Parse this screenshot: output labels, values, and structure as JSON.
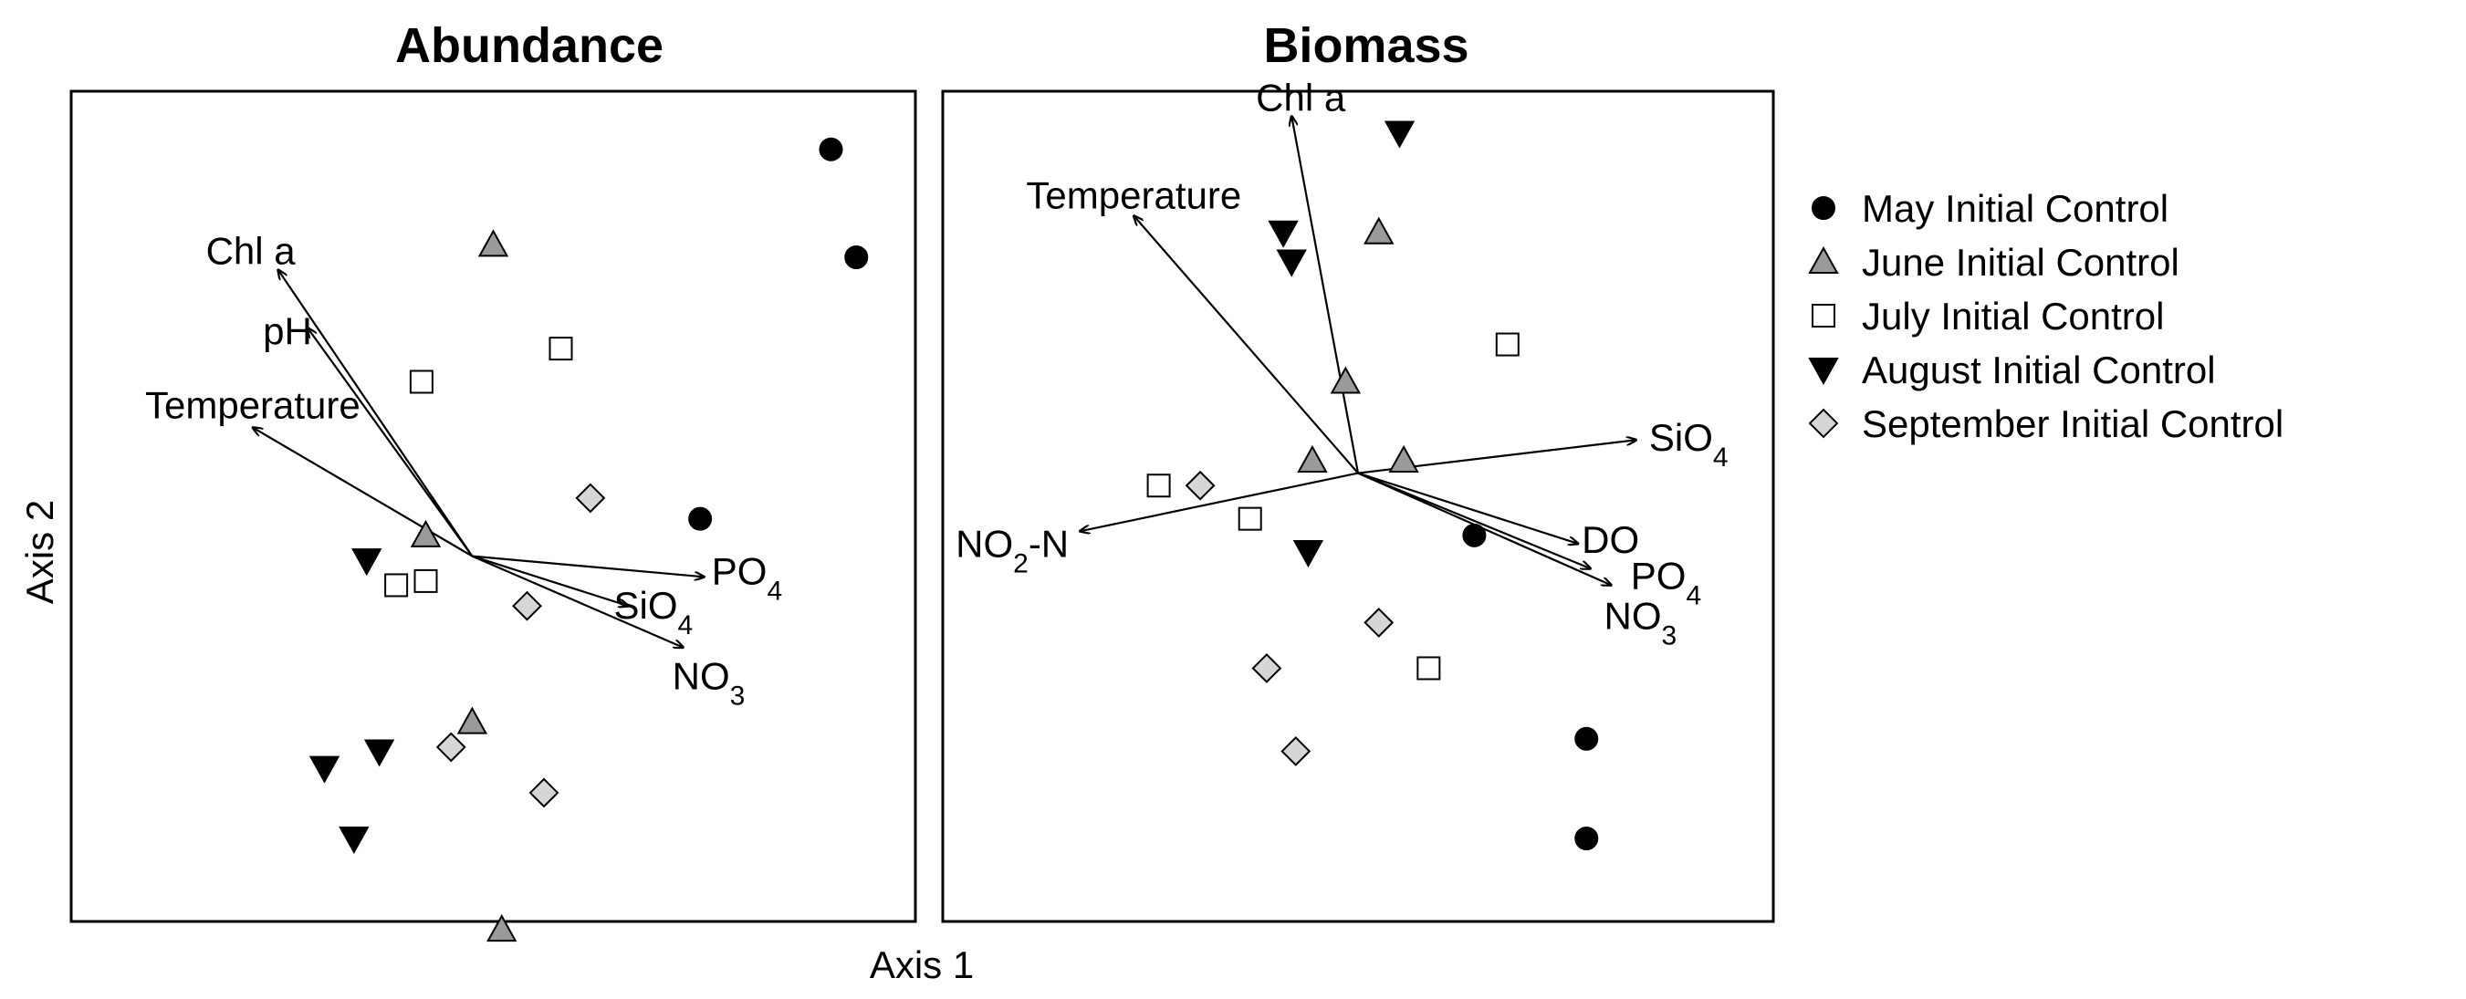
{
  "colors": {
    "may": "#000000",
    "june": "#9a9a9a",
    "july": "#ffffff",
    "august": "#000000",
    "september": "#d6d6d6"
  },
  "chart_data": {
    "type": "scatter",
    "xlabel": "Axis 1",
    "ylabel": "Axis 2",
    "legend": {
      "position": "right",
      "entries": [
        {
          "key": "may",
          "label": "May Initial Control",
          "marker": "circle"
        },
        {
          "key": "june",
          "label": "June Initial Control",
          "marker": "triangle-up"
        },
        {
          "key": "july",
          "label": "July Initial Control",
          "marker": "square"
        },
        {
          "key": "august",
          "label": "August Initial Control",
          "marker": "triangle-down"
        },
        {
          "key": "september",
          "label": "September Initial Control",
          "marker": "diamond"
        }
      ]
    },
    "panels": [
      {
        "title": "Abundance",
        "xlim": [
          -1,
          1
        ],
        "ylim": [
          -1,
          1
        ],
        "origin": [
          -0.05,
          -0.12
        ],
        "vectors": [
          {
            "label": "Chl a",
            "x": -0.46,
            "y": 0.69
          },
          {
            "label": "pH",
            "x": -0.39,
            "y": 0.55
          },
          {
            "label": "Temperature",
            "x": -0.52,
            "y": 0.31
          },
          {
            "label": "PO4",
            "x": 0.55,
            "y": -0.05
          },
          {
            "label": "SiO4",
            "x": 0.37,
            "y": -0.12
          },
          {
            "label": "NO3",
            "x": 0.5,
            "y": -0.22
          }
        ],
        "series": [
          {
            "key": "may",
            "points": [
              [
                0.8,
                0.86
              ],
              [
                0.86,
                0.6
              ],
              [
                0.49,
                -0.03
              ]
            ]
          },
          {
            "key": "june",
            "points": [
              [
                0.0,
                0.63
              ],
              [
                -0.16,
                -0.07
              ],
              [
                -0.05,
                -0.52
              ],
              [
                0.02,
                -1.02
              ]
            ]
          },
          {
            "key": "july",
            "points": [
              [
                0.16,
                0.38
              ],
              [
                -0.17,
                0.3
              ],
              [
                -0.16,
                -0.18
              ],
              [
                -0.23,
                -0.19
              ]
            ]
          },
          {
            "key": "august",
            "points": [
              [
                -0.3,
                -0.13
              ],
              [
                -0.27,
                -0.59
              ],
              [
                -0.4,
                -0.63
              ],
              [
                -0.33,
                -0.8
              ]
            ]
          },
          {
            "key": "september",
            "points": [
              [
                0.23,
                0.02
              ],
              [
                0.08,
                -0.24
              ],
              [
                -0.1,
                -0.58
              ],
              [
                0.12,
                -0.69
              ]
            ]
          }
        ]
      },
      {
        "title": "Biomass",
        "xlim": [
          -1,
          1
        ],
        "ylim": [
          -1,
          1
        ],
        "origin": [
          0.0,
          0.08
        ],
        "vectors": [
          {
            "label": "Chl a",
            "x": -0.16,
            "y": 0.86
          },
          {
            "label": "Temperature",
            "x": -0.54,
            "y": 0.62
          },
          {
            "label": "SiO4",
            "x": 0.67,
            "y": 0.08
          },
          {
            "label": "NO2-N",
            "x": -0.67,
            "y": -0.14
          },
          {
            "label": "DO",
            "x": 0.53,
            "y": -0.17
          },
          {
            "label": "PO4",
            "x": 0.56,
            "y": -0.23
          },
          {
            "label": "NO3",
            "x": 0.61,
            "y": -0.27
          }
        ],
        "series": [
          {
            "key": "may",
            "points": [
              [
                0.28,
                -0.07
              ],
              [
                0.55,
                -0.56
              ],
              [
                0.55,
                -0.8
              ]
            ]
          },
          {
            "key": "june",
            "points": [
              [
                0.05,
                0.66
              ],
              [
                -0.03,
                0.3
              ],
              [
                -0.11,
                0.11
              ],
              [
                0.11,
                0.11
              ]
            ]
          },
          {
            "key": "july",
            "points": [
              [
                0.36,
                0.39
              ],
              [
                -0.48,
                0.05
              ],
              [
                -0.26,
                -0.03
              ],
              [
                0.17,
                -0.39
              ]
            ]
          },
          {
            "key": "august",
            "points": [
              [
                0.1,
                0.9
              ],
              [
                -0.18,
                0.66
              ],
              [
                -0.16,
                0.59
              ],
              [
                -0.12,
                -0.11
              ]
            ]
          },
          {
            "key": "september",
            "points": [
              [
                -0.38,
                0.05
              ],
              [
                0.05,
                -0.28
              ],
              [
                -0.22,
                -0.39
              ],
              [
                -0.15,
                -0.59
              ]
            ]
          }
        ]
      }
    ]
  }
}
